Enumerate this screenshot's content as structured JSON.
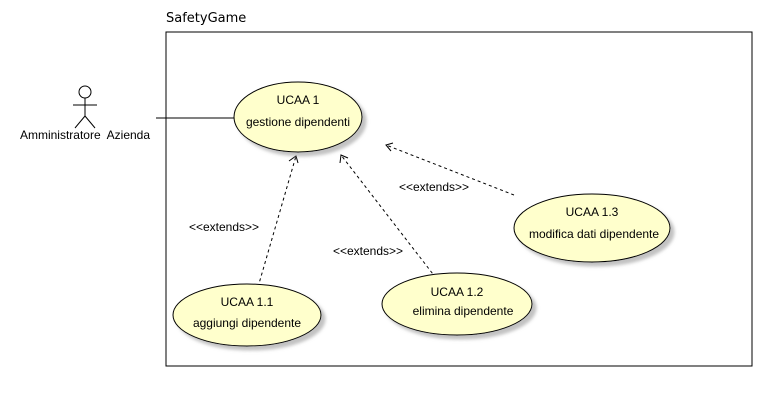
{
  "diagram": {
    "system_name": "SafetyGame",
    "actor": {
      "label": "Amministratore  Azienda"
    },
    "use_cases": {
      "ucaa1": {
        "id": "UCAA 1",
        "name": "gestione dipendenti"
      },
      "ucaa11": {
        "id": "UCAA 1.1",
        "name": "aggiungi dipendente"
      },
      "ucaa12": {
        "id": "UCAA 1.2",
        "name": "elimina dipendente"
      },
      "ucaa13": {
        "id": "UCAA 1.3",
        "name": "modifica dati dipendente"
      }
    },
    "relations": {
      "extends_11": "<<extends>>",
      "extends_12": "<<extends>>",
      "extends_13": "<<extends>>"
    },
    "colors": {
      "use_case_fill": "#ffffcc",
      "line": "#000000",
      "shadow": "#bdbdbd"
    }
  }
}
